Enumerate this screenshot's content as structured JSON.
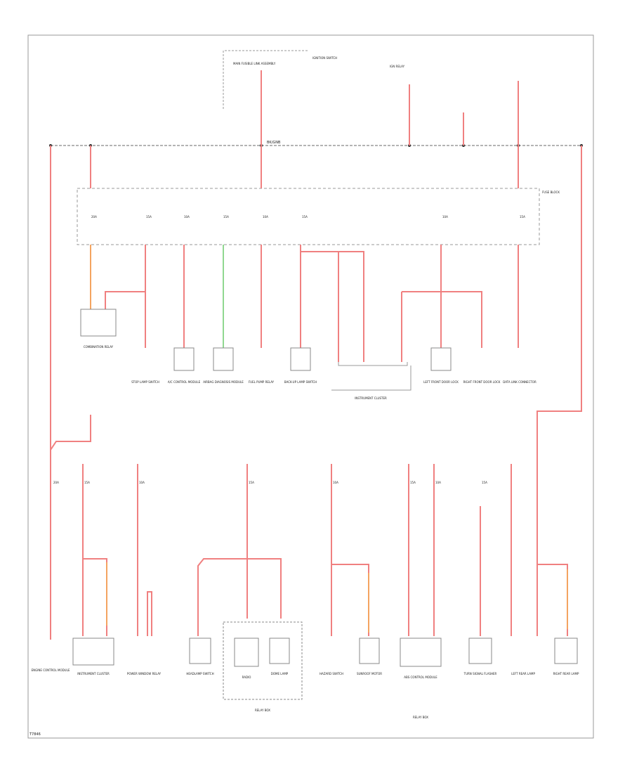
{
  "diagram": {
    "page_code": "T7846",
    "bus_label": "BK/GNB",
    "top_sources": {
      "main_fuse": "MAIN FUSIBLE LINK ASSEMBLY",
      "ign_switch": "IGNITION SWITCH",
      "ign_relay": "IGN RELAY",
      "fuse_block_label": "FUSE BLOCK"
    },
    "fuses_top": [
      "20A",
      "15A",
      "10A",
      "15A",
      "10A",
      "15A",
      "10A",
      "15A"
    ],
    "components_top": [
      "COMBINATION RELAY",
      "STOP LAMP SWITCH",
      "A/C CONTROL MODULE",
      "AIRBAG DIAGNOSIS MODULE",
      "FUEL PUMP RELAY",
      "BACK-UP LAMP SWITCH",
      "INSTRUMENT CLUSTER",
      "LEFT FRONT DOOR LOCK",
      "RIGHT FRONT DOOR LOCK",
      "DATA LINK CONNECTOR"
    ],
    "components_bottom": [
      "ENGINE CONTROL MODULE",
      "INSTRUMENT CLUSTER",
      "POWER WINDOW RELAY",
      "HEADLAMP SWITCH",
      "RADIO",
      "DOME LAMP",
      "HAZARD SWITCH",
      "SUNROOF MOTOR",
      "ABS CONTROL MODULE",
      "TURN SIGNAL FLASHER",
      "LEFT REAR LAMP",
      "RIGHT REAR LAMP"
    ],
    "bottom_notes": [
      "RELAY BOX",
      "RELAY BOX"
    ]
  }
}
